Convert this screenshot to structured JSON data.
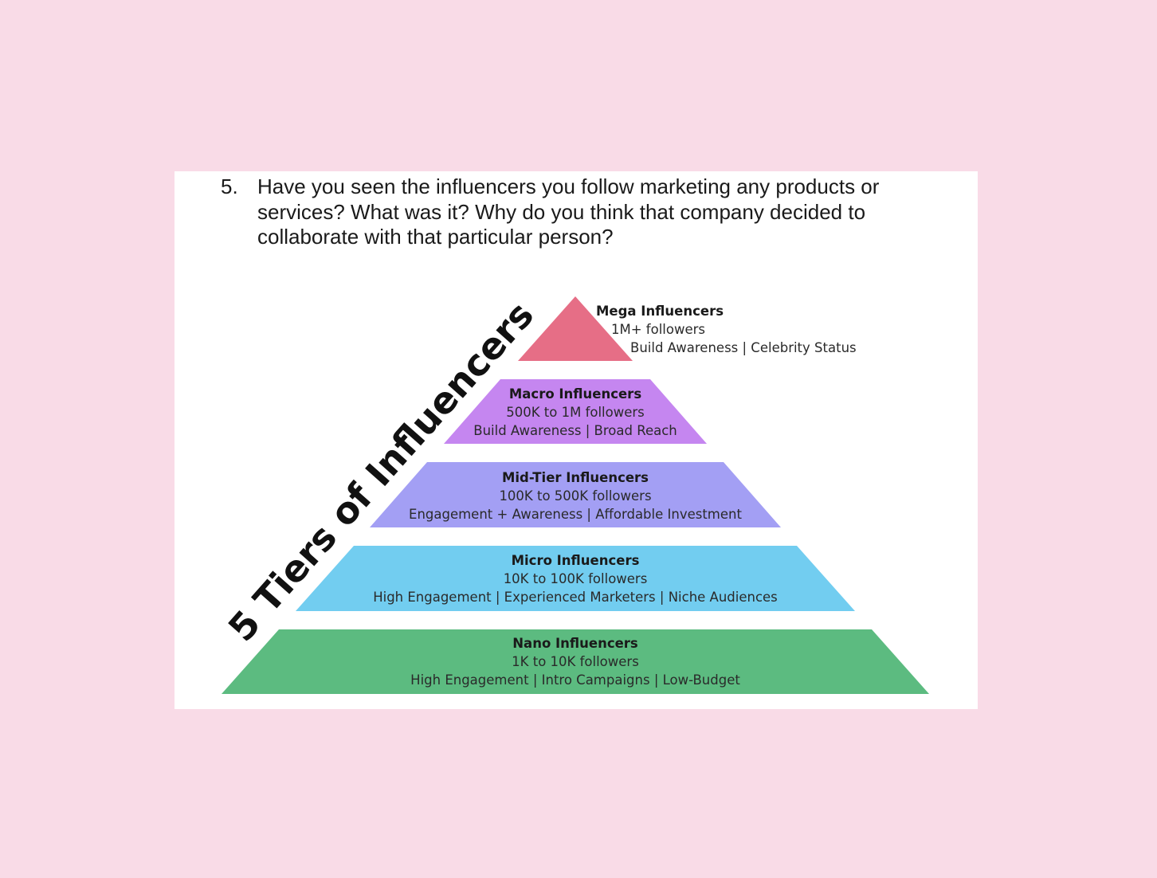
{
  "question": {
    "number": "5.",
    "text": "Have you seen the influencers you follow marketing any products or services? What was it? Why do you think that company decided to collaborate with that particular person?"
  },
  "pyramid": {
    "side_title": "5 Tiers of Influencers",
    "tiers": [
      {
        "name": "Mega Influencers",
        "followers": "1M+ followers",
        "goals": "Build Awareness | Celebrity Status",
        "color": "#e66e86"
      },
      {
        "name": "Macro Influencers",
        "followers": "500K to 1M followers",
        "goals": "Build Awareness | Broad Reach",
        "color": "#c586f0"
      },
      {
        "name": "Mid-Tier Influencers",
        "followers": "100K to 500K followers",
        "goals": "Engagement + Awareness | Affordable Investment",
        "color": "#a39ff4"
      },
      {
        "name": "Micro Influencers",
        "followers": "10K to 100K followers",
        "goals": "High Engagement | Experienced Marketers | Niche Audiences",
        "color": "#72cdf0"
      },
      {
        "name": "Nano Influencers",
        "followers": "1K to 10K followers",
        "goals": "High Engagement | Intro Campaigns | Low-Budget",
        "color": "#5cbb80"
      }
    ]
  }
}
